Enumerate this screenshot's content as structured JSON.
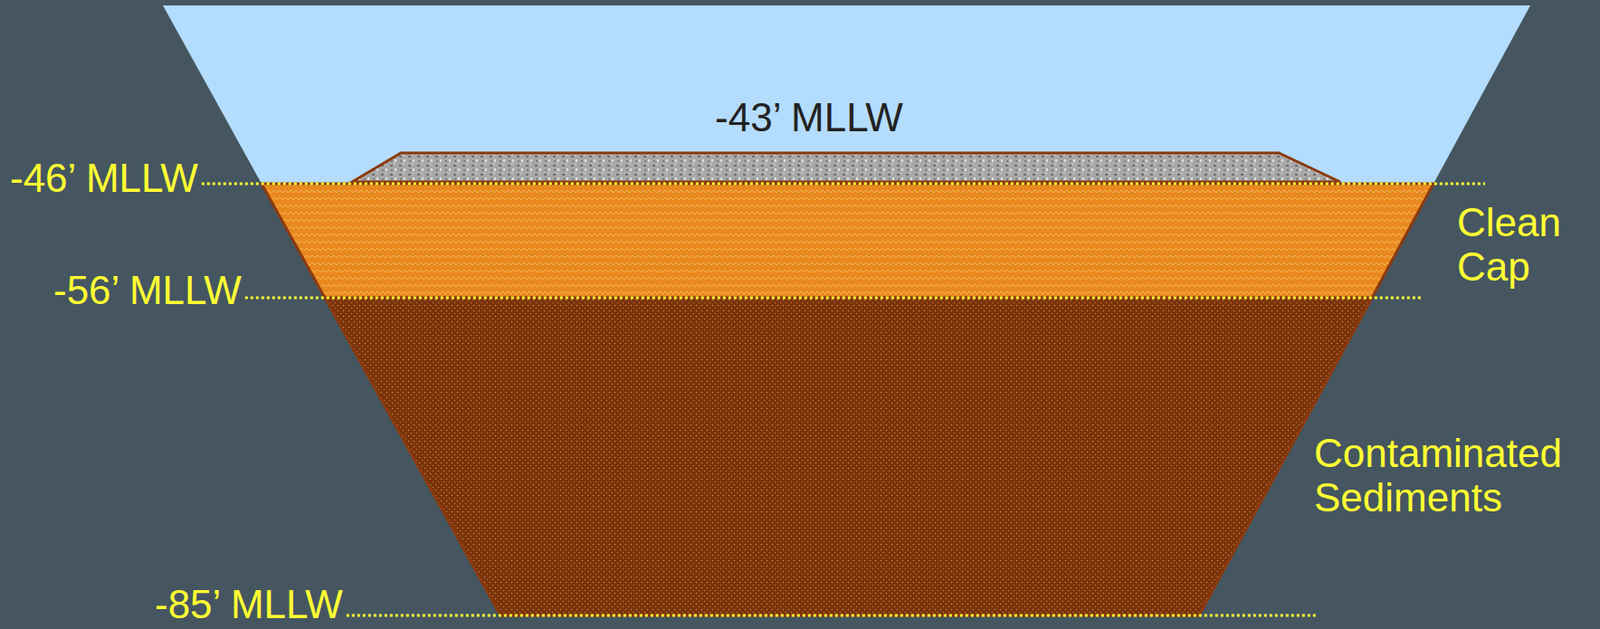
{
  "diagram": {
    "labels": [
      "-43’ MLLW",
      "-46’ MLLW",
      "-56’ MLLW",
      "-85’ MLLW",
      "Clean Cap",
      "Contaminated Sediments"
    ]
  }
}
